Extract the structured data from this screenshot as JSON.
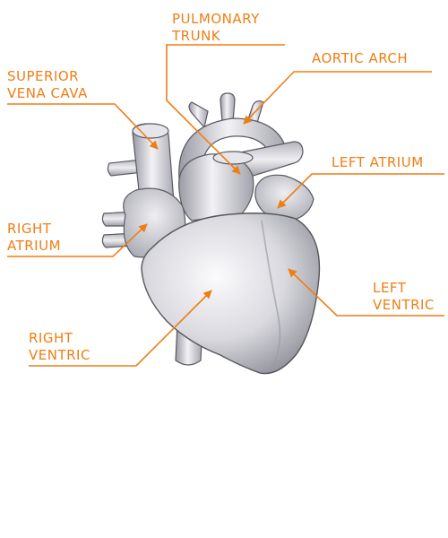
{
  "colors": {
    "label": "#f07d14",
    "leader_line": "#f07d14",
    "heart_light": "#f4f4f8",
    "heart_mid": "#cfcfd6",
    "heart_dark": "#8b8b94",
    "outline": "#55555c"
  },
  "labels": {
    "pulmonary_trunk": "PULMONARY\nTRUNK",
    "aortic_arch": "AORTIC ARCH",
    "superior_vena_cava": "SUPERIOR\nVENA CAVA",
    "left_atrium": "LEFT ATRIUM",
    "right_atrium": "RIGHT\nATRIUM",
    "left_ventric": "LEFT\nVENTRIC",
    "right_ventric": "RIGHT\nVENTRIC"
  }
}
